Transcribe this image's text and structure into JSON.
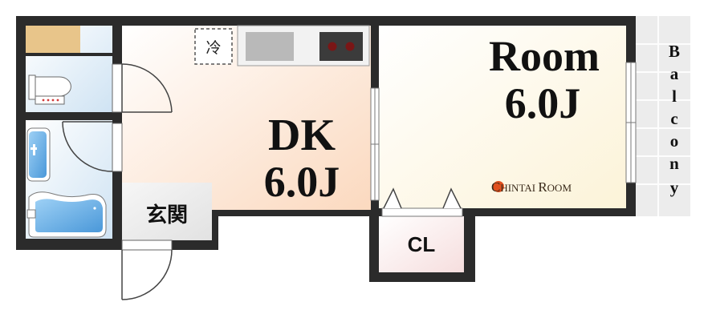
{
  "rooms": {
    "dk": {
      "label": "DK",
      "size": "6.0J"
    },
    "room": {
      "label": "Room",
      "size": "6.0J"
    },
    "entrance": {
      "label": "玄関"
    },
    "closet": {
      "label": "CL"
    },
    "balcony": {
      "label": "Balcony",
      "letters": [
        "B",
        "a",
        "l",
        "c",
        "o",
        "n",
        "y"
      ]
    }
  },
  "fridge": {
    "label": "冷"
  },
  "brand": {
    "first": "C",
    "text1": "HINTAI ",
    "second": "R",
    "text2": "OOM"
  },
  "colors": {
    "wall": "#2b2b2b",
    "dk_floor": "#fbd9bf",
    "room_floor": "#fcf3d8",
    "bath_floor": "#cfe3f3",
    "entrance_floor": "#e2e2e2",
    "closet_floor": "#f6dede",
    "brand_accent": "#e0501e",
    "fixture_blue": "#4a98d9"
  }
}
